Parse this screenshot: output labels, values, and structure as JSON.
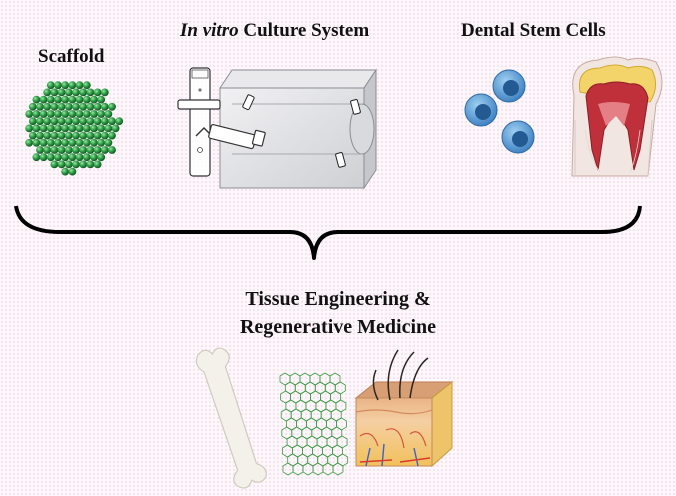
{
  "labels": {
    "scaffold": "Scaffold",
    "invitro_italic": "In vitro",
    "invitro_rest": " Culture System",
    "dental": "Dental Stem Cells",
    "tissue_line1": "Tissue Engineering &",
    "tissue_line2": "Regenerative Medicine"
  },
  "colors": {
    "scaffold_green": "#2f9a45",
    "cell_blue": "#4a8cc9",
    "tooth_red": "#c0303a",
    "brace": "#000000"
  }
}
